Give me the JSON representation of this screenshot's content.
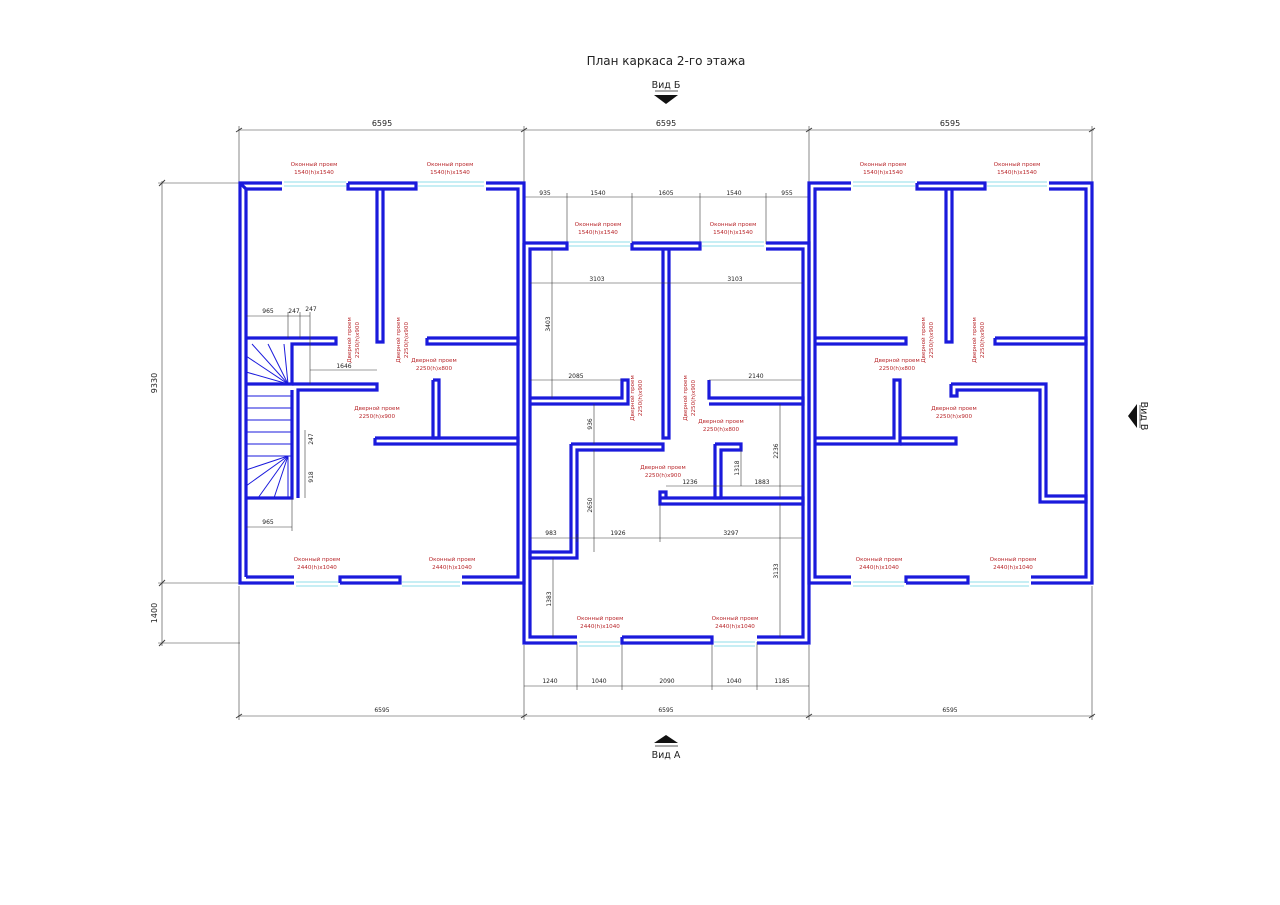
{
  "title": "План каркаса 2-го этажа",
  "views": {
    "b": "Вид Б",
    "a": "Вид А",
    "v": "Вид В"
  },
  "overall_top": [
    "6595",
    "6595",
    "6595"
  ],
  "overall_bottom": [
    "6595",
    "6595",
    "6595"
  ],
  "overall_left": [
    "9330",
    "1400"
  ],
  "middle_top_dims": [
    "935",
    "1540",
    "1605",
    "1540",
    "955"
  ],
  "middle_bottom_dims": [
    "1240",
    "1040",
    "2090",
    "1040",
    "1185"
  ],
  "inner_dims": {
    "d965a": "965",
    "d247a": "247",
    "d247b": "247",
    "d1646": "1646",
    "d247c": "247",
    "d918": "918",
    "d965b": "965",
    "d3103a": "3103",
    "d3103b": "3103",
    "d3403": "3403",
    "d2085": "2085",
    "d2140": "2140",
    "d936": "936",
    "d2236": "2236",
    "d1318": "1318",
    "d1236": "1236",
    "d1883": "1883",
    "d2650": "2650",
    "d983": "983",
    "d1926": "1926",
    "d3297": "3297",
    "d3133": "3133",
    "d1383": "1383"
  },
  "labels": {
    "win_1540_title": "Оконный проем",
    "win_1540_size": "1540(h)x1540",
    "win_2440_title": "Оконный проем",
    "win_2440_size": "2440(h)x1040",
    "door_title": "Дверной проем",
    "door_900": "2250(h)x900",
    "door_800": "2250(h)x800"
  }
}
